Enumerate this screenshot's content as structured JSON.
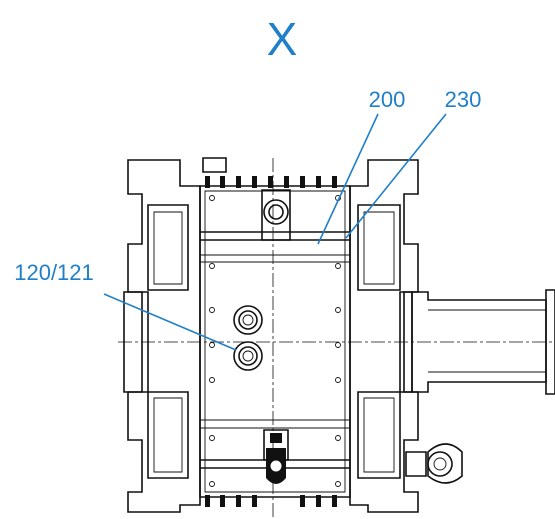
{
  "diagram": {
    "view_label": "X",
    "callouts": [
      {
        "id": "c200",
        "text": "200"
      },
      {
        "id": "c230",
        "text": "230"
      },
      {
        "id": "c120",
        "text": "120/121"
      }
    ],
    "colors": {
      "callout": "#1f7fc9",
      "line": "#111111",
      "background": "#ffffff"
    }
  }
}
